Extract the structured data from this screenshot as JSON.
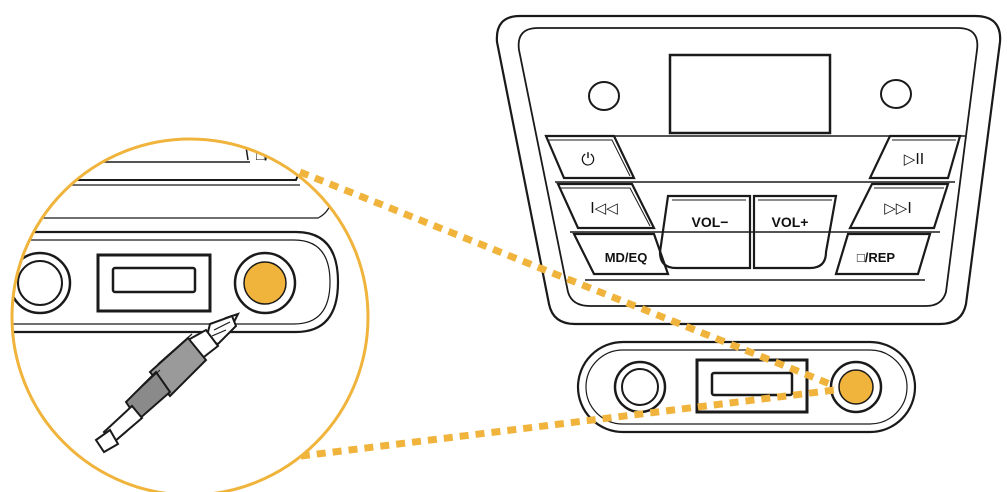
{
  "accent_color": "#f0b43c",
  "stroke_color": "#1a1a1a",
  "control_panel": {
    "buttons": {
      "power": {
        "icon": "power-icon",
        "glyph": "⏻"
      },
      "play_pause": {
        "icon": "play-pause-icon",
        "label": "▷II"
      },
      "previous": {
        "icon": "previous-track-icon",
        "label": "I◁◁"
      },
      "next": {
        "icon": "next-track-icon",
        "label": "▷▷I"
      },
      "vol_down": {
        "label": "VOL−"
      },
      "vol_up": {
        "label": "VOL+"
      },
      "mode_eq": {
        "label": "MD/EQ"
      },
      "stop_repeat": {
        "label": "□/REP"
      }
    }
  },
  "input_panel": {
    "ports": [
      "round-port",
      "usb-port",
      "aux-input-port"
    ],
    "highlighted_port": "aux-input-port"
  },
  "zoom_view": {
    "partial_label": "□/",
    "plug": "3.5mm-aux-plug"
  }
}
